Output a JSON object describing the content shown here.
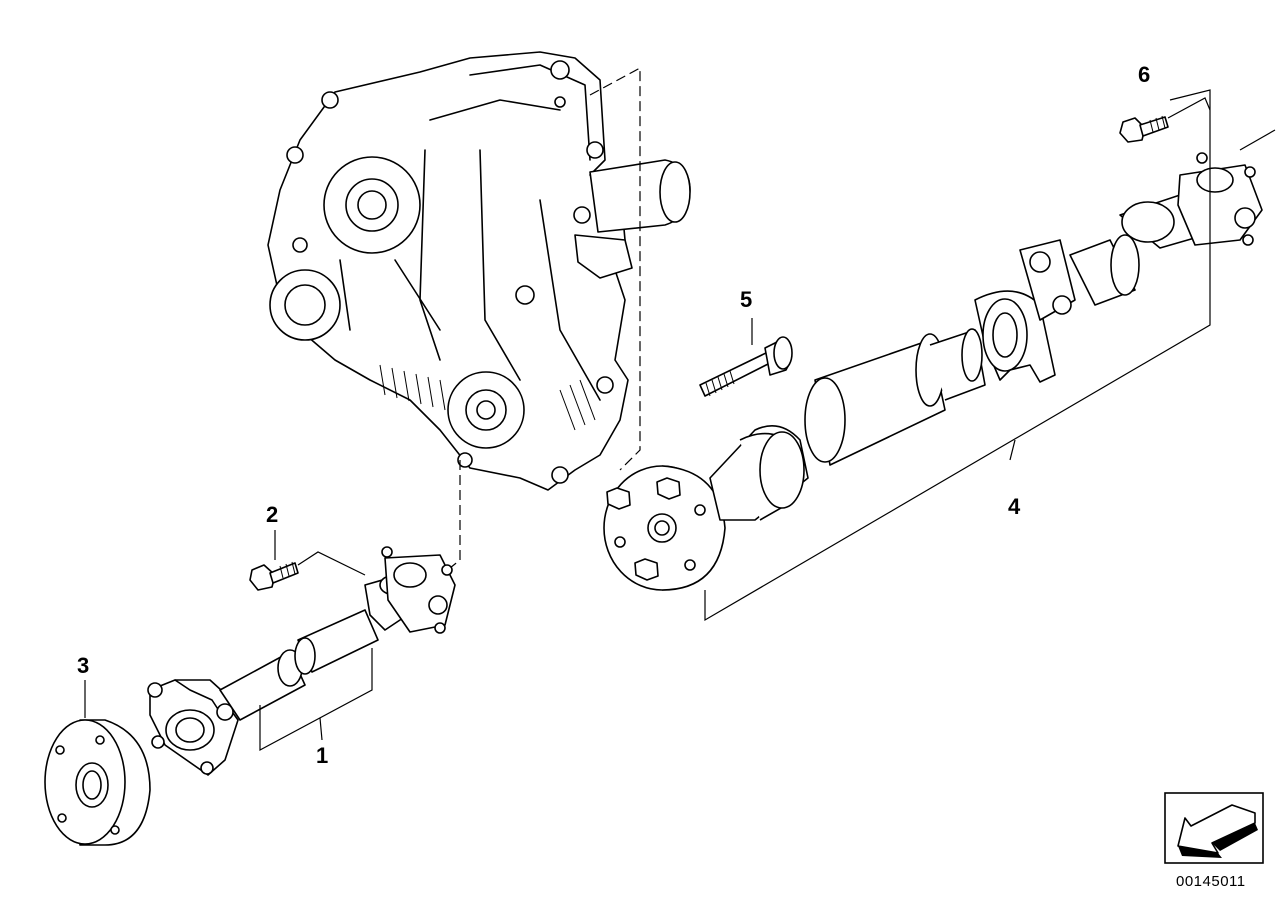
{
  "diagram": {
    "callouts": [
      "1",
      "2",
      "3",
      "4",
      "5",
      "6"
    ],
    "diagram_id": "00145011",
    "orientation_icon": "arrow-icon"
  }
}
